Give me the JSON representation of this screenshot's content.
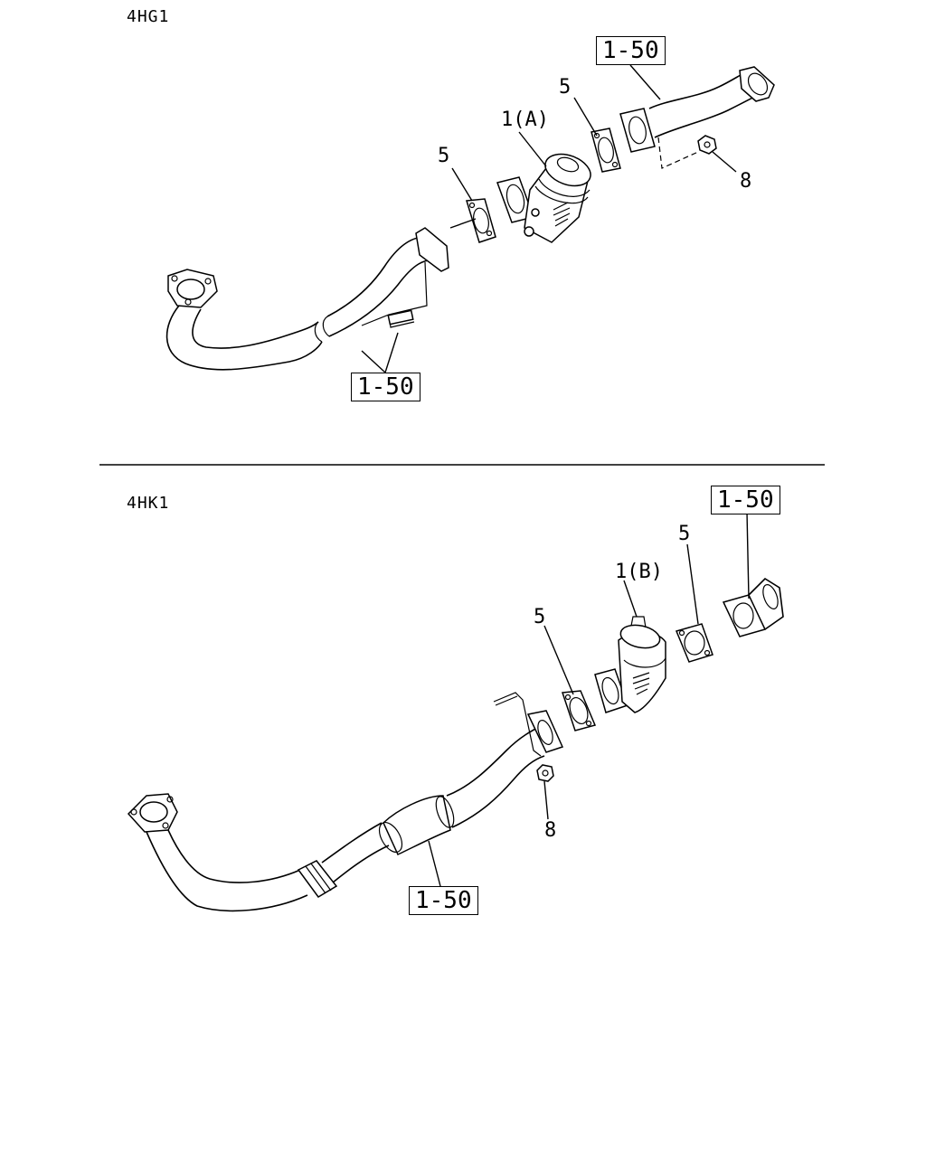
{
  "sections": {
    "top": {
      "engine_code": "4HG1",
      "callouts": {
        "ref_upper": "1-50",
        "ref_lower": "1-50",
        "part_1": "1(A)",
        "gasket_left": "5",
        "gasket_right": "5",
        "nut": "8"
      }
    },
    "bottom": {
      "engine_code": "4HK1",
      "callouts": {
        "ref_upper": "1-50",
        "ref_lower": "1-50",
        "part_1": "1(B)",
        "gasket_left": "5",
        "gasket_right": "5",
        "nut": "8"
      }
    }
  }
}
